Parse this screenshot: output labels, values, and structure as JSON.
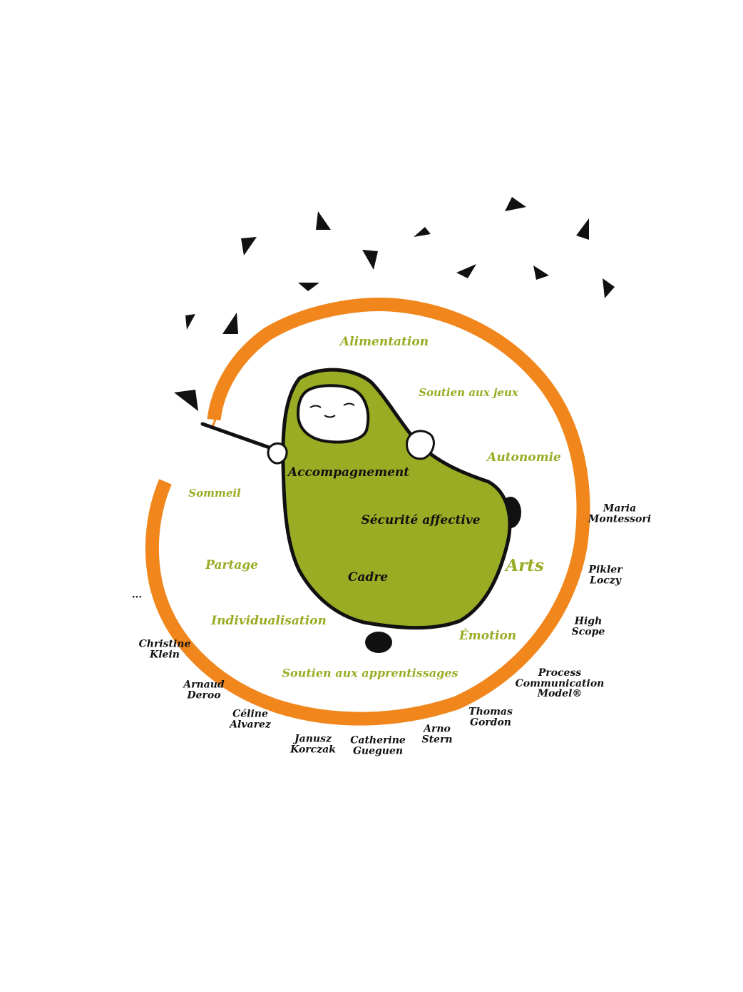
{
  "colors": {
    "spiral": "#f0861c",
    "body": "#9aab24",
    "themes": "#9aab24",
    "ink": "#111111"
  },
  "themes": {
    "alimentation": "Alimentation",
    "soutien_jeux": "Soutien aux jeux",
    "autonomie": "Autonomie",
    "sommeil": "Sommeil",
    "partage": "Partage",
    "arts": "Arts",
    "individualisation": "Individualisation",
    "emotion": "Émotion",
    "soutien_apprentissages": "Soutien aux apprentissages"
  },
  "core": {
    "accompagnement": "Accompagnement",
    "securite": "Sécurité affective",
    "cadre": "Cadre"
  },
  "authors": {
    "montessori": [
      "Maria",
      "Montessori"
    ],
    "pikler": [
      "Pikler",
      "Loczy"
    ],
    "highscope": [
      "High",
      "Scope"
    ],
    "pcm": [
      "Process",
      "Communication",
      "Model®"
    ],
    "gordon": [
      "Thomas",
      "Gordon"
    ],
    "stern": [
      "Arno",
      "Stern"
    ],
    "gueguen": [
      "Catherine",
      "Gueguen"
    ],
    "korczak": [
      "Janusz",
      "Korczak"
    ],
    "alvarez": [
      "Céline",
      "Alvarez"
    ],
    "deroo": [
      "Arnaud",
      "Deroo"
    ],
    "klein": [
      "Christine",
      "Klein"
    ],
    "etc": "..."
  }
}
